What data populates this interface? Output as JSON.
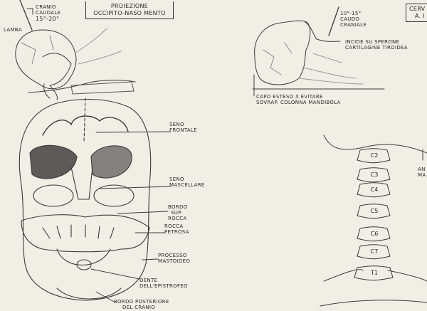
{
  "title_box": {
    "line1": "PROIEZIONE",
    "line2": "OCCIPITO-NASO MENTO"
  },
  "corner_box": {
    "line1": "CERV",
    "line2": "A. I"
  },
  "top_left": {
    "angle_label_1": "CRANIO",
    "angle_label_2": "CAUDALE",
    "angle_value": "15°-20°",
    "lamba": "LAMBA"
  },
  "top_right": {
    "angle_value": "10°-15°",
    "angle_label_1": "CAUDO",
    "angle_label_2": "CRANIALE",
    "note1_line1": "INCIDE SU SPERONE",
    "note1_line2": "CARTILAGINE TIROIDEA",
    "note2_line1": "CAPO ESTESO X EVITARE",
    "note2_line2": "SOVRAP. COLONNA MANDIBOLA"
  },
  "skull_labels": [
    {
      "l1": "SENO",
      "l2": "FRONTALE"
    },
    {
      "l1": "SENO",
      "l2": "MASCELLARE"
    },
    {
      "l1": "BORDO",
      "l2": "SUP.",
      "l3": "ROCCA"
    },
    {
      "l1": "ROCCA",
      "l2": "PETROSA"
    },
    {
      "l1": "PROCESSO",
      "l2": "MASTOIDEO"
    },
    {
      "l1": "DENTE",
      "l2": "DELL'EPISTROFEO"
    },
    {
      "l1": "BORDO POSTERIORE",
      "l2": "DEL CRANIO"
    }
  ],
  "vertebrae": [
    "C2",
    "C3",
    "C4",
    "C5",
    "C6",
    "C7",
    "T1"
  ],
  "spine_side_label": {
    "l1": "AN",
    "l2": "MA"
  }
}
